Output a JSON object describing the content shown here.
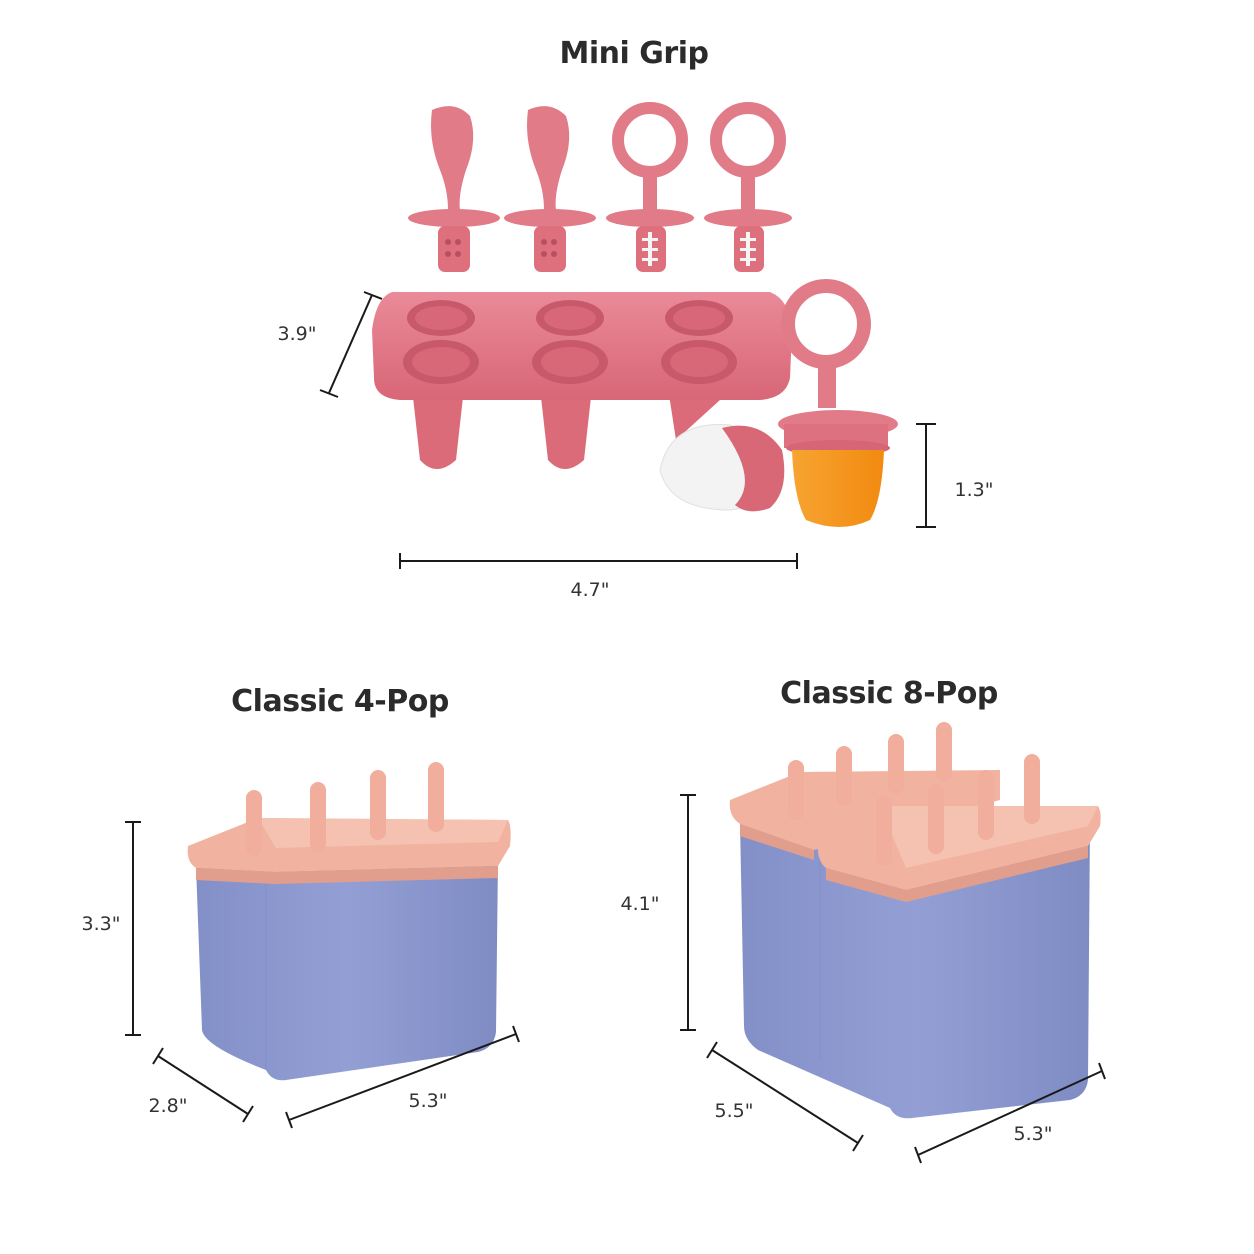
{
  "sections": {
    "mini_grip": {
      "title": "Mini Grip",
      "dims": {
        "depth": "3.9\"",
        "height": "1.3\"",
        "width": "4.7\""
      }
    },
    "classic_4": {
      "title": "Classic 4-Pop",
      "dims": {
        "height": "3.3\"",
        "depth": "2.8\"",
        "width": "5.3\""
      }
    },
    "classic_8": {
      "title": "Classic 8-Pop",
      "dims": {
        "height": "4.1\"",
        "depth": "5.5\"",
        "width": "5.3\""
      }
    }
  },
  "colors": {
    "mini_pink": "#e0707f",
    "mini_pink_light": "#ea9aa6",
    "mini_pink_dark": "#c85868",
    "ice_white": "#f4f4f4",
    "ice_orange": "#f6921e",
    "lid_peach": "#f2b3a2",
    "lid_peach_dark": "#dd9784",
    "body_lavender": "#8c98cf",
    "body_lavender_dark": "#7784bd",
    "line": "#1a1a1a"
  }
}
